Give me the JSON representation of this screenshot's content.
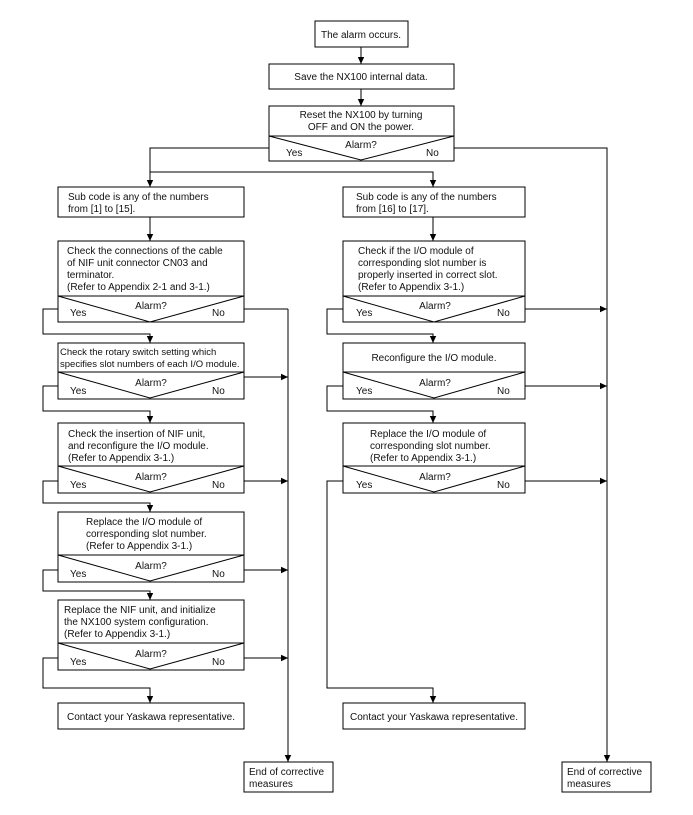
{
  "nodes": {
    "start": "The alarm occurs.",
    "save": "Save the NX100 internal data.",
    "reset": [
      "Reset the NX100 by turning",
      "OFF and ON the power."
    ],
    "l_sub": [
      "Sub code is any of the numbers",
      "from [1] to [15]."
    ],
    "l1": [
      "Check the connections of the cable",
      "of NIF unit connector CN03 and",
      "terminator.",
      "(Refer to Appendix 2-1 and 3-1.)"
    ],
    "l2": [
      "Check the rotary switch setting which",
      "specifies slot numbers of each I/O module."
    ],
    "l3": [
      "Check the insertion of NIF unit,",
      "and reconfigure the I/O module.",
      "(Refer to Appendix 3-1.)"
    ],
    "l4": [
      "Replace the I/O module of",
      "corresponding slot number.",
      "(Refer to Appendix 3-1.)"
    ],
    "l5": [
      "Replace the NIF unit, and initialize",
      "the NX100 system configuration.",
      "(Refer to Appendix 3-1.)"
    ],
    "l_contact": "Contact your Yaskawa representative.",
    "r_sub": [
      "Sub code is any of the numbers",
      "from [16] to [17]."
    ],
    "r1": [
      "Check if the I/O module of",
      "corresponding slot number is",
      "properly inserted in correct slot.",
      "(Refer to Appendix 3-1.)"
    ],
    "r2": "Reconfigure the I/O module.",
    "r3": [
      "Replace the I/O module of",
      "corresponding slot number.",
      "(Refer to Appendix 3-1.)"
    ],
    "r_contact": "Contact your Yaskawa representative.",
    "end_left": [
      "End of corrective",
      "measures"
    ],
    "end_right": [
      "End of corrective",
      "measures"
    ]
  },
  "decision": {
    "question": "Alarm?",
    "yes": "Yes",
    "no": "No"
  }
}
